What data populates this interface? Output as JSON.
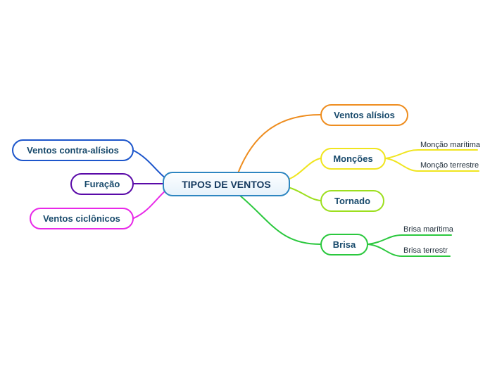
{
  "root": {
    "label": "TIPOS DE VENTOS",
    "border_color": "#2e86c1",
    "text_color": "#14395e"
  },
  "right_branches": [
    {
      "label": "Ventos alísios",
      "color": "#ee8d1f",
      "children": []
    },
    {
      "label": "Monções",
      "color": "#f0e51f",
      "children": [
        {
          "label": "Monção marítima"
        },
        {
          "label": "Monção terrestre"
        }
      ]
    },
    {
      "label": "Tornado",
      "color": "#9ddf1f",
      "children": []
    },
    {
      "label": "Brisa",
      "color": "#2bc83e",
      "children": [
        {
          "label": "Brisa marítima"
        },
        {
          "label": "Brisa terrestr"
        }
      ]
    }
  ],
  "left_branches": [
    {
      "label": "Ventos contra-alísios",
      "color": "#1d56cb",
      "children": []
    },
    {
      "label": "Furação",
      "color": "#5a0aa8",
      "children": []
    },
    {
      "label": "Ventos ciclônicos",
      "color": "#e829e8",
      "children": []
    }
  ]
}
